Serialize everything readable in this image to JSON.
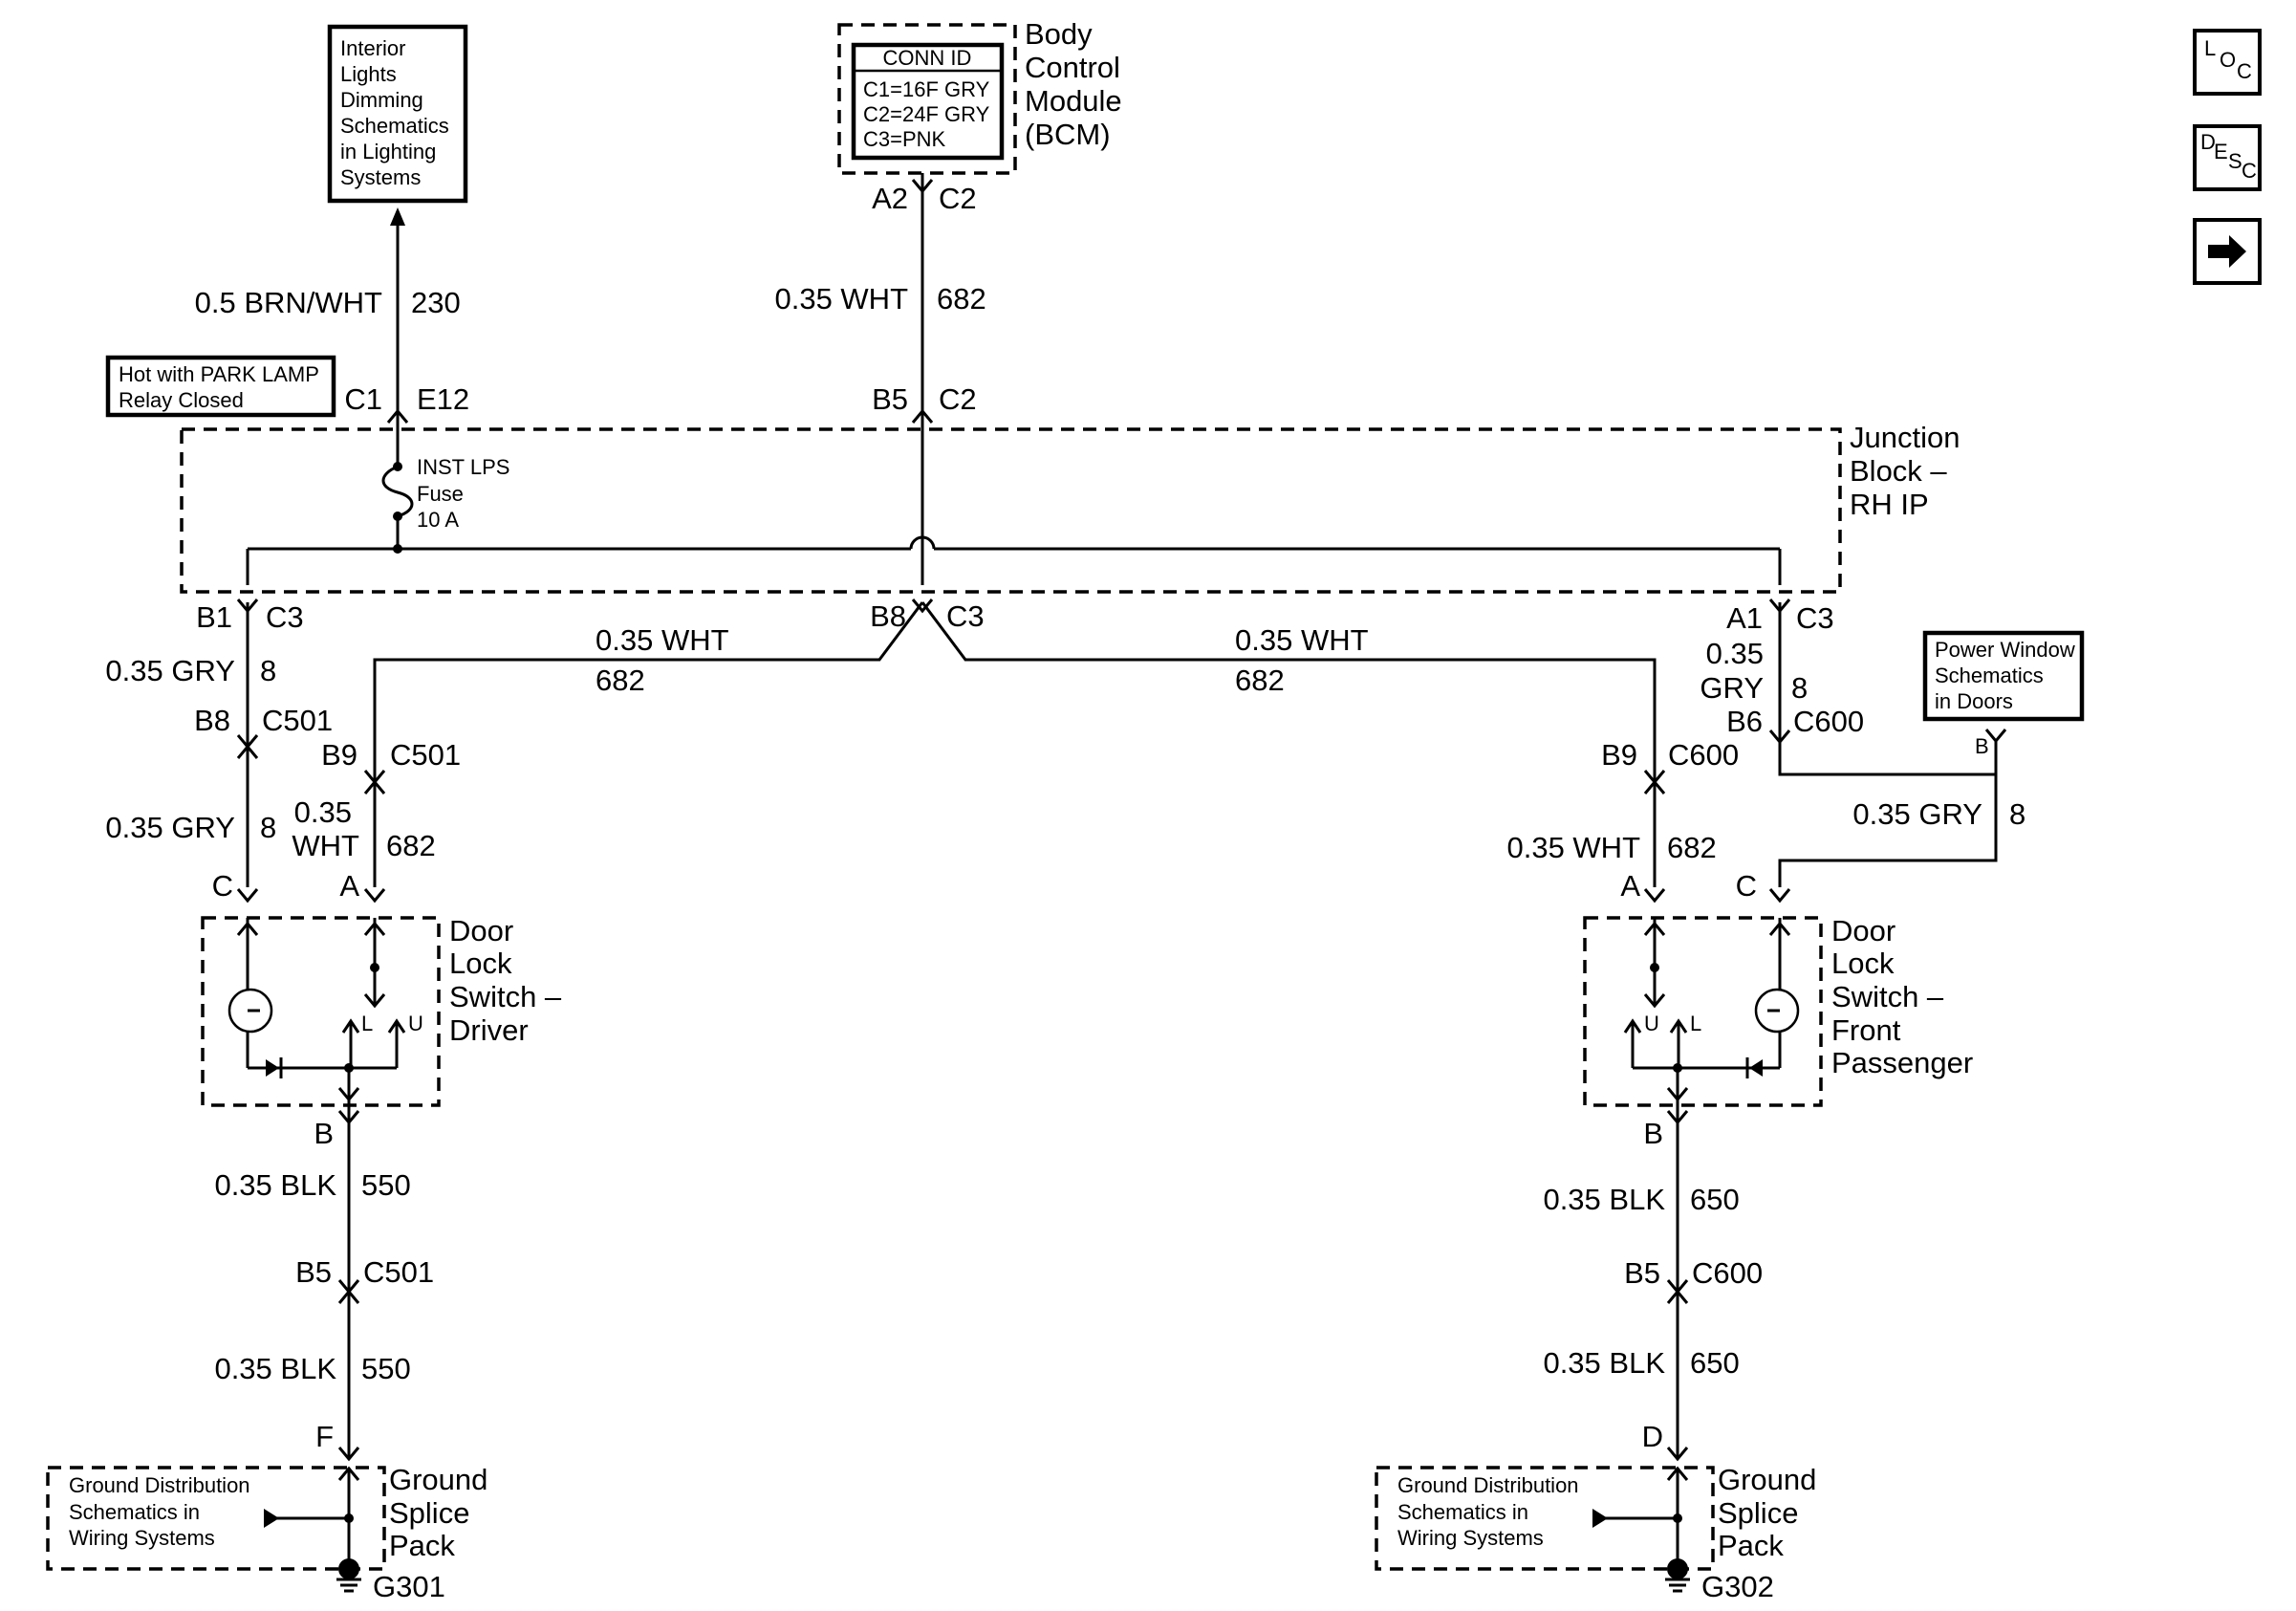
{
  "nav": {
    "loc": {
      "l1": "L",
      "l2": "O",
      "l3": "C"
    },
    "desc": {
      "l1": "D",
      "l2": "E",
      "l3": "S",
      "l4": "C"
    },
    "next_icon": "arrow-right-icon"
  },
  "boxes": {
    "interior_lights": [
      "Interior",
      "Lights",
      "Dimming",
      "Schematics",
      "in Lighting",
      "Systems"
    ],
    "hot_park": [
      "Hot with PARK LAMP",
      "Relay Closed"
    ],
    "power_window": [
      "Power Window",
      "Schematics",
      "in Doors"
    ],
    "conn_id": {
      "title": "CONN ID",
      "lines": [
        "C1=16F GRY",
        "C2=24F GRY",
        "C3=PNK"
      ]
    }
  },
  "components": {
    "bcm": [
      "Body",
      "Control",
      "Module",
      "(BCM)"
    ],
    "junction": [
      "Junction",
      "Block –",
      "RH IP"
    ],
    "fuse": [
      "INST LPS",
      "Fuse",
      "10 A"
    ],
    "door_driver": [
      "Door",
      "Lock",
      "Switch –",
      "Driver"
    ],
    "door_passenger": [
      "Door",
      "Lock",
      "Switch –",
      "Front",
      "Passenger"
    ],
    "splice_left": [
      "Ground",
      "Splice",
      "Pack"
    ],
    "splice_right": [
      "Ground",
      "Splice",
      "Pack"
    ],
    "gd_left": [
      "Ground Distribution",
      "Schematics in",
      "Wiring Systems"
    ],
    "gd_right": [
      "Ground Distribution",
      "Schematics in",
      "Wiring Systems"
    ],
    "g301": "G301",
    "g302": "G302"
  },
  "wires": {
    "brn": {
      "size": "0.5 BRN/WHT",
      "circuit": "230"
    },
    "wht_top": {
      "size": "0.35 WHT",
      "circuit": "682"
    },
    "wht_left": {
      "size": "0.35 WHT",
      "circuit": "682"
    },
    "wht_right": {
      "size": "0.35 WHT",
      "circuit": "682"
    },
    "gry_l1": {
      "size": "0.35 GRY",
      "circuit": "8"
    },
    "gry_l2": {
      "size": "0.35 GRY",
      "circuit": "8"
    },
    "gry_r1": {
      "size1": "0.35",
      "size2": "GRY",
      "circuit": "8"
    },
    "gry_r2": {
      "size": "0.35 GRY",
      "circuit": "8"
    },
    "wht_ld": {
      "size1": "0.35",
      "size2": "WHT",
      "circuit": "682"
    },
    "wht_rd": {
      "size": "0.35 WHT",
      "circuit": "682"
    },
    "blk_l1": {
      "size": "0.35 BLK",
      "circuit": "550"
    },
    "blk_l2": {
      "size": "0.35 BLK",
      "circuit": "550"
    },
    "blk_r1": {
      "size": "0.35 BLK",
      "circuit": "650"
    },
    "blk_r2": {
      "size": "0.35 BLK",
      "circuit": "650"
    }
  },
  "pins": {
    "a2": "A2",
    "c2_bcm": "C2",
    "c1": "C1",
    "e12": "E12",
    "b5_jb": "B5",
    "c2_jb": "C2",
    "b1": "B1",
    "c3_b1": "C3",
    "b8_jb": "B8",
    "c3_b8": "C3",
    "a1": "A1",
    "c3_a1": "C3",
    "b8_c501": "B8",
    "c501_a": "C501",
    "b9_c501": "B9",
    "c501_b": "C501",
    "b9_c600": "B9",
    "c600_a": "C600",
    "b6_c600": "B6",
    "c600_b": "C600",
    "pw_b": "B",
    "ld_c": "C",
    "ld_a": "A",
    "ld_b": "B",
    "rd_a": "A",
    "rd_c": "C",
    "rd_b": "B",
    "b5_c501": "B5",
    "c501_c": "C501",
    "b5_c600": "B5",
    "c600_c": "C600",
    "gl_f": "F",
    "gr_d": "D",
    "sw_l": "L",
    "sw_u": "U",
    "sw_u2": "U",
    "sw_l2": "L"
  }
}
